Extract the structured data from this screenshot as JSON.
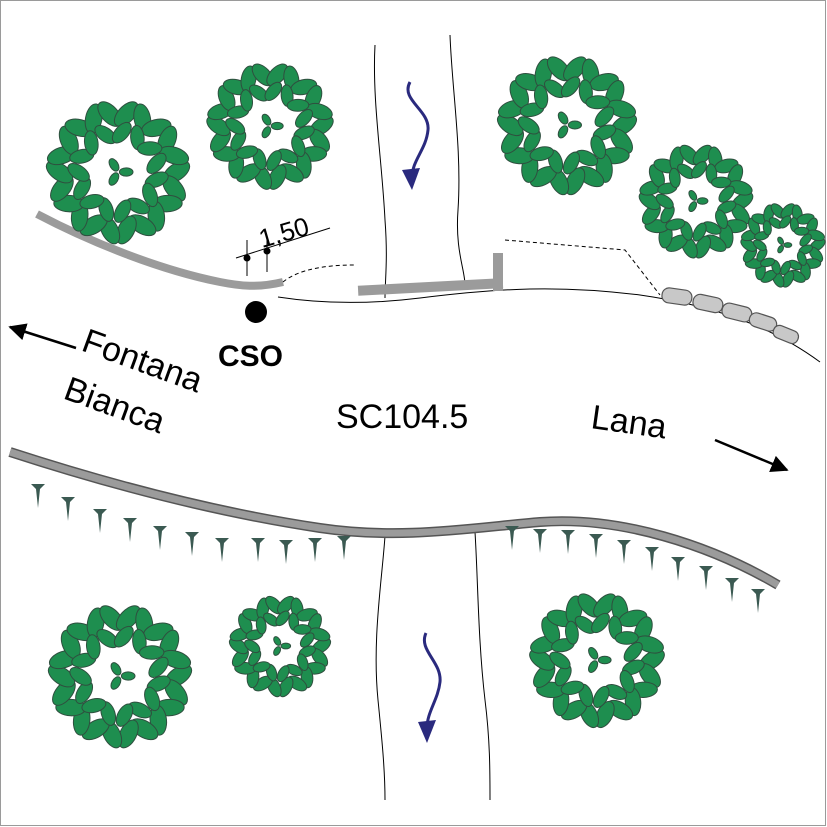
{
  "labels": {
    "dimension": "1,50",
    "cso": "CSO",
    "direction_left_line1": "Fontana",
    "direction_left_line2": "Bianca",
    "road_code": "SC104.5",
    "direction_right": "Lana"
  },
  "colors": {
    "background": "#ffffff",
    "frame": "#9a9a9a",
    "tree_leaf": "#1e8e4f",
    "tree_outline": "#2f4f3f",
    "guardrail": "#9b9b9b",
    "post": "#3b5a52",
    "flow_arrow": "#2a2a7e",
    "stone": "#c8c8c8",
    "ink": "#000000"
  },
  "icons": {
    "tree": "tree-icon",
    "flow": "flow-arrow-icon",
    "cso_point": "cso-point-icon",
    "guardrail_post": "guardrail-post-icon",
    "stone": "stone-icon"
  }
}
